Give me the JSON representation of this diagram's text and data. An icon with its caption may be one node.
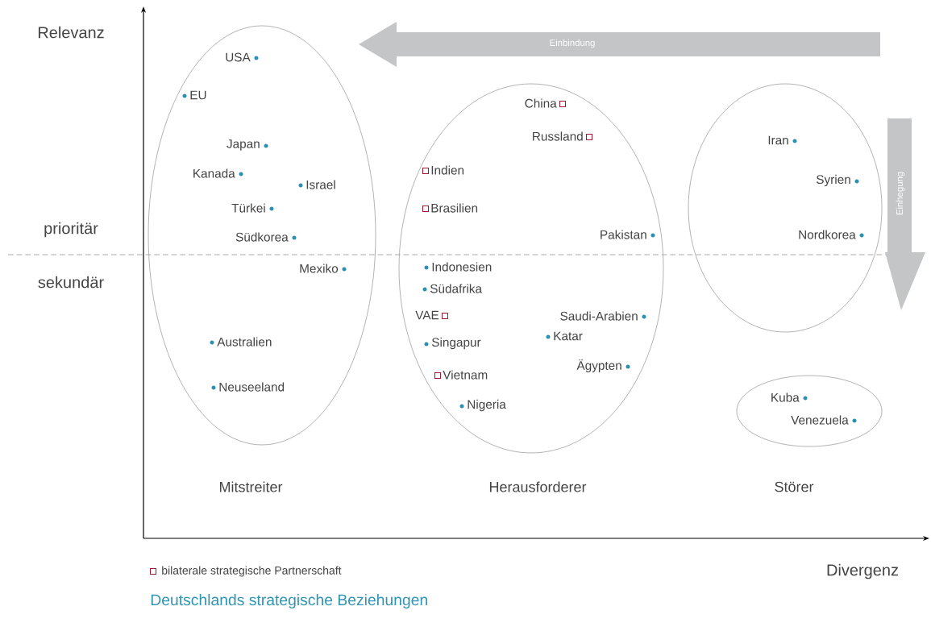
{
  "diagram": {
    "caption": "Deutschlands strategische Beziehungen",
    "nodes": [
      {
        "text": [
          "Einbindung"
        ]
      },
      {
        "text": [
          "Mitstreiter"
        ]
      },
      {
        "text": [
          "USA"
        ],
        "in": 1
      },
      {
        "text": [
          "EU"
        ],
        "in": 1
      },
      {
        "text": [
          "Japan"
        ],
        "in": 1
      },
      {
        "text": [
          "Kanada"
        ],
        "in": 1
      },
      {
        "text": [
          "Israel"
        ],
        "in": 1
      },
      {
        "text": [
          "Türkei"
        ],
        "in": 1
      },
      {
        "text": [
          "Südkorea"
        ],
        "in": 1
      },
      {
        "text": [
          "Mexiko"
        ],
        "in": 1
      },
      {
        "text": [
          "Australien"
        ],
        "in": 1
      },
      {
        "text": [
          "Neuseeland"
        ],
        "in": 1
      },
      {
        "text": [
          "Herausforderer"
        ]
      },
      {
        "text": [
          "China"
        ],
        "in": 12
      },
      {
        "text": [
          "Russland"
        ],
        "in": 12
      },
      {
        "text": [
          "Indien"
        ],
        "in": 12
      },
      {
        "text": [
          "Brasilien"
        ],
        "in": 12
      },
      {
        "text": [
          "Pakistan"
        ],
        "in": 12
      },
      {
        "text": [
          "Indonesien"
        ],
        "in": 12
      },
      {
        "text": [
          "Südafrika"
        ],
        "in": 12
      },
      {
        "text": [
          "VAE"
        ],
        "in": 12
      },
      {
        "text": [
          "Saudi-Arabien"
        ],
        "in": 12
      },
      {
        "text": [
          "Katar"
        ],
        "in": 12
      },
      {
        "text": [
          "Singapur"
        ],
        "in": 12
      },
      {
        "text": [
          "Ägypten"
        ],
        "in": 12
      },
      {
        "text": [
          "Vietnam"
        ],
        "in": 12
      },
      {
        "text": [
          "Nigeria"
        ],
        "in": 12
      },
      {
        "text": [],
        "shape": "ellipse"
      },
      {
        "text": [
          "Iran"
        ],
        "in": 27
      },
      {
        "text": [
          "Syrien"
        ],
        "in": 27
      },
      {
        "text": [
          "Nordkorea"
        ],
        "in": 27
      },
      {
        "text": [
          "Einhegung"
        ]
      },
      {
        "text": [
          "Störer"
        ]
      },
      {
        "text": [
          "Kuba"
        ],
        "in": 32
      },
      {
        "text": [
          "Venezuela"
        ],
        "in": 32
      }
    ],
    "labels": [
      "Relevanz",
      "prioritär",
      "sekundär",
      "Divergenz"
    ],
    "legend": [
      {
        "text": "bilaterale strategische Partnerschaft"
      }
    ]
  }
}
